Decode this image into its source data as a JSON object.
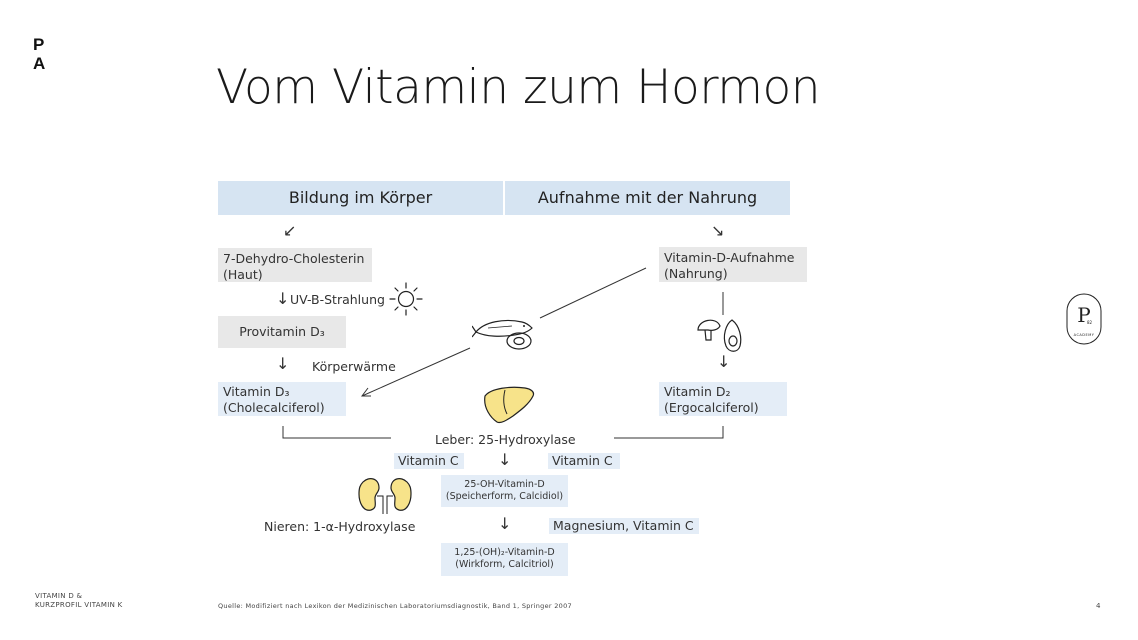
{
  "brand": {
    "logo_line1": "P",
    "logo_line2": "A",
    "badge_letter": "P",
    "badge_sub": "82",
    "badge_ring": "ACADEMY"
  },
  "slide": {
    "title": "Vom Vitamin zum Hormon",
    "page_number": "4"
  },
  "headers": {
    "left": "Bildung im Körper",
    "right": "Aufnahme mit der Nahrung"
  },
  "nodes": {
    "dehydro_line1": "7-Dehydro-Cholesterin",
    "dehydro_line2": "(Haut)",
    "uvb": "UV-B-Strahlung",
    "provitamin": "Provitamin D₃",
    "koerperwaerme": "Körperwärme",
    "vitd3_line1": "Vitamin D₃",
    "vitd3_line2": "(Cholecalciferol)",
    "aufnahme_line1": "Vitamin-D-Aufnahme",
    "aufnahme_line2": "(Nahrung)",
    "vitd2_line1": "Vitamin D₂",
    "vitd2_line2": "(Ergocalciferol)",
    "leber": "Leber: 25-Hydroxylase",
    "vitc_left": "Vitamin C",
    "vitc_right": "Vitamin C",
    "calcidiol_line1": "25-OH-Vitamin-D",
    "calcidiol_line2": "(Speicherform, Calcidiol)",
    "nieren": "Nieren: 1-α-Hydroxylase",
    "magnesium": "Magnesium, Vitamin C",
    "calcitriol_line1": "1,25-(OH)₂-Vitamin-D",
    "calcitriol_line2": "(Wirkform, Calcitriol)"
  },
  "arrows": {
    "diag_left": "↙",
    "diag_right": "↘",
    "down": "↓"
  },
  "footer": {
    "left_line1": "VITAMIN D &",
    "left_line2": "KURZPROFIL VITAMIN K",
    "source": "Quelle: Modifiziert nach Lexikon der Medizinischen Laboratoriumsdiagnostik, Band 1, Springer 2007"
  },
  "colors": {
    "header_blue": "#d6e4f2",
    "box_gray": "#e8e8e8",
    "box_blue": "#e4edf7",
    "liver_yellow": "#f7e38a",
    "kidney_yellow": "#f7e38a"
  }
}
